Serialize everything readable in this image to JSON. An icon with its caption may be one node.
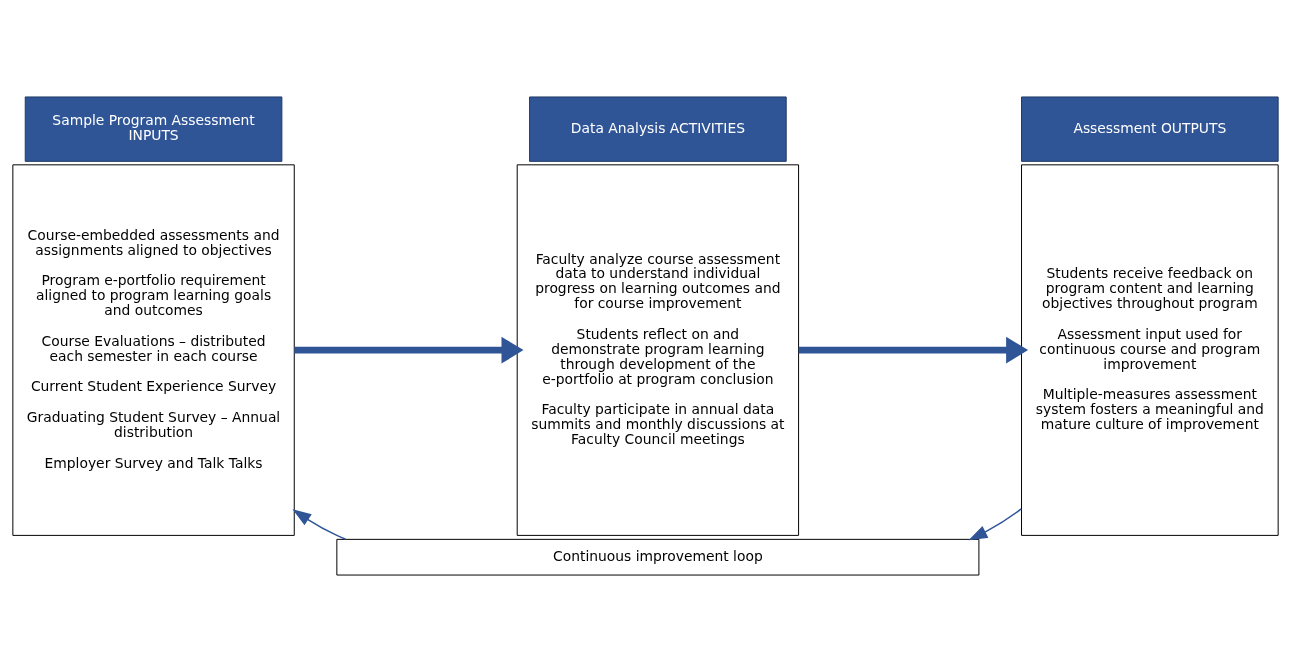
{
  "diagram": {
    "nodes": [
      {
        "text": [
          "Sample Program Assessment INPUTS"
        ]
      },
      {
        "text": [
          "Course-embedded assessments and assignments aligned to objectives",
          "Program e-portfolio requirement aligned to program learning goals and outcomes",
          "Course Evaluations – distributed each semester in each course",
          "Current Student Experience Survey",
          "Graduating Student Survey – Annual distribution",
          "Employer Survey and Talk Talks"
        ]
      },
      {
        "text": [
          "Data Analysis ACTIVITIES"
        ]
      },
      {
        "text": [
          "Faculty analyze course assessment data to understand individual progress on learning outcomes and for course improvement",
          "Students reflect on and demonstrate program learning through development of the e-portfolio at program conclusion",
          "Faculty participate in annual data summits and monthly discussions at Faculty Council meetings"
        ]
      },
      {
        "text": [
          "Assessment OUTPUTS"
        ]
      },
      {
        "text": [
          "Students receive feedback on program content and learning objectives throughout program",
          "Assessment input used for continuous course and program improvement",
          "Multiple-measures assessment system fosters a meaningful and mature culture of improvement"
        ]
      },
      {
        "text": [
          "Continuous improvement loop"
        ]
      }
    ],
    "edges": [
      {
        "from": 1,
        "to": 3,
        "arrow": "to",
        "style": "thick"
      },
      {
        "from": 3,
        "to": 5,
        "arrow": "to",
        "style": "thick"
      },
      {
        "from": 5,
        "to": 6,
        "arrow": "to"
      },
      {
        "from": 6,
        "to": 1,
        "arrow": "to"
      }
    ]
  }
}
